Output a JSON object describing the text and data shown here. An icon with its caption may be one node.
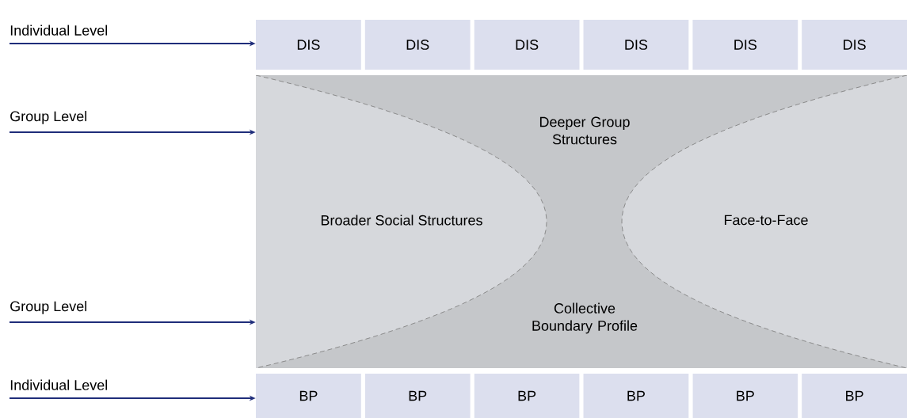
{
  "diagram": {
    "nodes": [
      {
        "text": [
          "DIS"
        ]
      },
      {
        "text": [
          "DIS"
        ]
      },
      {
        "text": [
          "DIS"
        ]
      },
      {
        "text": [
          "DIS"
        ]
      },
      {
        "text": [
          "DIS"
        ]
      },
      {
        "text": [
          "DIS"
        ]
      },
      {
        "text": [
          "Deeper Group Structures",
          "Collective Boundary Profile"
        ]
      },
      {
        "text": [
          "Broader Social Structures"
        ],
        "in": 6
      },
      {
        "text": [
          "Face-to-Face"
        ],
        "in": 6
      },
      {
        "text": [
          "BP"
        ]
      },
      {
        "text": [
          "BP"
        ]
      },
      {
        "text": [
          "BP"
        ]
      },
      {
        "text": [
          "BP"
        ]
      },
      {
        "text": [
          "BP"
        ]
      },
      {
        "text": [
          "BP"
        ]
      }
    ],
    "edges": [
      {
        "from": null,
        "to": 0,
        "arrow": "to",
        "label": "Individual Level"
      },
      {
        "from": null,
        "to": 6,
        "arrow": "to",
        "label": "Group Level"
      },
      {
        "from": null,
        "to": 6,
        "arrow": "to",
        "label": "Group Level"
      },
      {
        "from": null,
        "to": 9,
        "arrow": "to",
        "label": "Individual Level"
      }
    ]
  }
}
